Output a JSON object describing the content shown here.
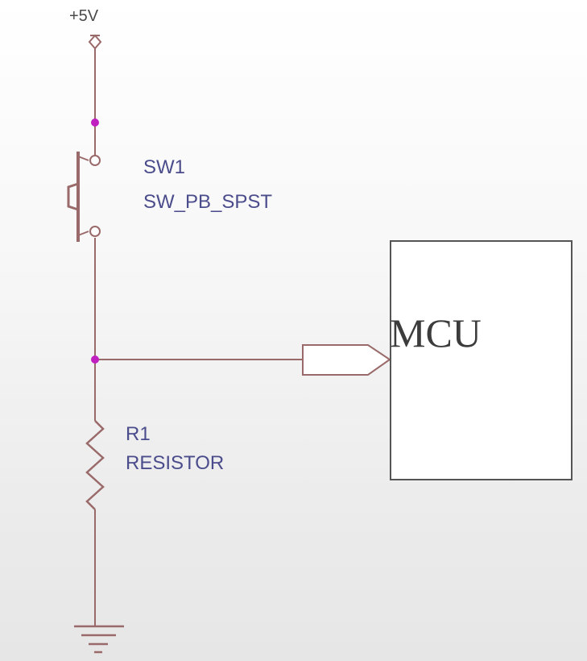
{
  "power": {
    "label": "+5V"
  },
  "switch": {
    "ref": "SW1",
    "value": "SW_PB_SPST"
  },
  "resistor": {
    "ref": "R1",
    "value": "RESISTOR"
  },
  "mcu": {
    "label": "MCU"
  },
  "colors": {
    "wire": "#9a6a6a",
    "junction": "#c020c0",
    "label": "#4b4c8c",
    "outline": "#555555"
  }
}
